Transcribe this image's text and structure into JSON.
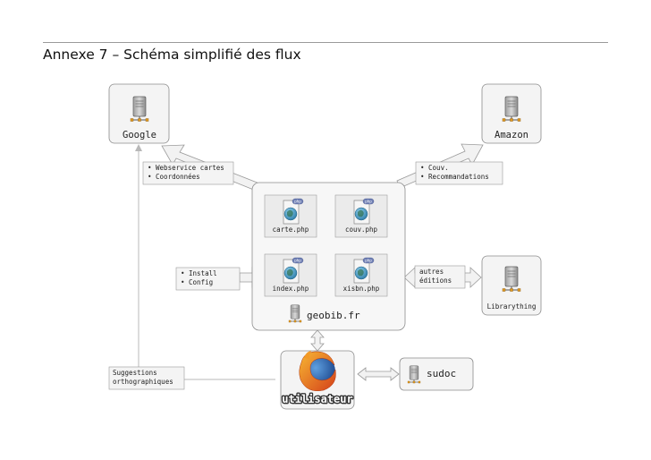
{
  "page": {
    "title": "Annexe 7 – Schéma simplifié des flux"
  },
  "diagram": {
    "servers": {
      "google": "Google",
      "amazon": "Amazon",
      "librarything": "Librarything",
      "sudoc": "sudoc"
    },
    "hub": {
      "name": "geobib.fr",
      "files": [
        "carte.php",
        "couv.php",
        "index.php",
        "xisbn.php"
      ]
    },
    "client": {
      "label": "utilisateur"
    },
    "notes": {
      "google_flow": [
        "Webservice cartes",
        "Coordonnées"
      ],
      "amazon_flow": [
        "Couv.",
        "Recommandations"
      ],
      "install_flow": [
        "Install",
        "Config"
      ],
      "librarything_flow": [
        "autres",
        "éditions"
      ],
      "suggestions_flow": [
        "Suggestions",
        "orthographiques"
      ]
    }
  },
  "colors": {
    "box_fill": "#f4f4f4",
    "box_stroke": "#8c8c8c",
    "arrow_fill": "#f2f2f2",
    "arrow_stroke": "#9a9a9a",
    "globe": "#3f8fb8",
    "firefox_orange": "#e8651a",
    "firefox_blue": "#1b4f9c"
  }
}
